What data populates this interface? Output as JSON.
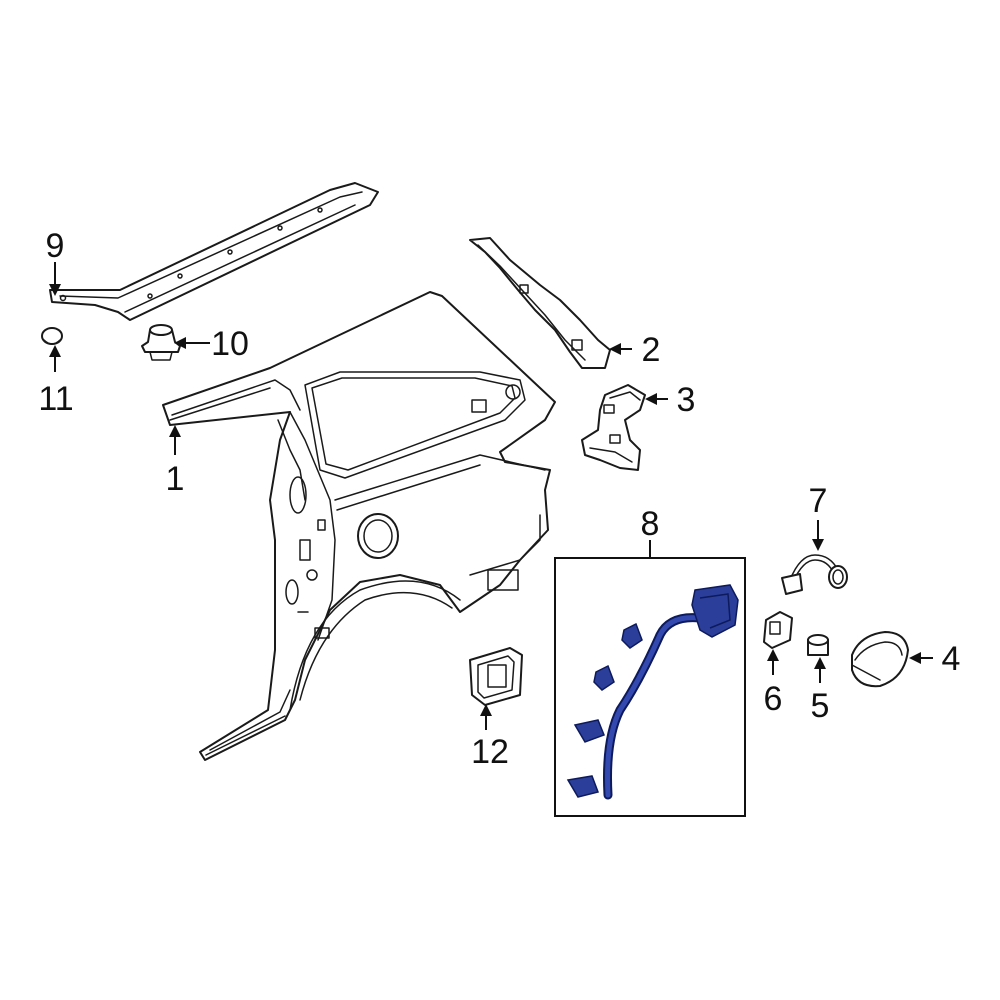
{
  "colors": {
    "line": "#1a1a1a",
    "highlight": "#2b3f9a",
    "background": "#ffffff"
  },
  "callouts": {
    "c1": "1",
    "c2": "2",
    "c3": "3",
    "c4": "4",
    "c5": "5",
    "c6": "6",
    "c7": "7",
    "c8": "8",
    "c9": "9",
    "c10": "10",
    "c11": "11",
    "c12": "12"
  }
}
